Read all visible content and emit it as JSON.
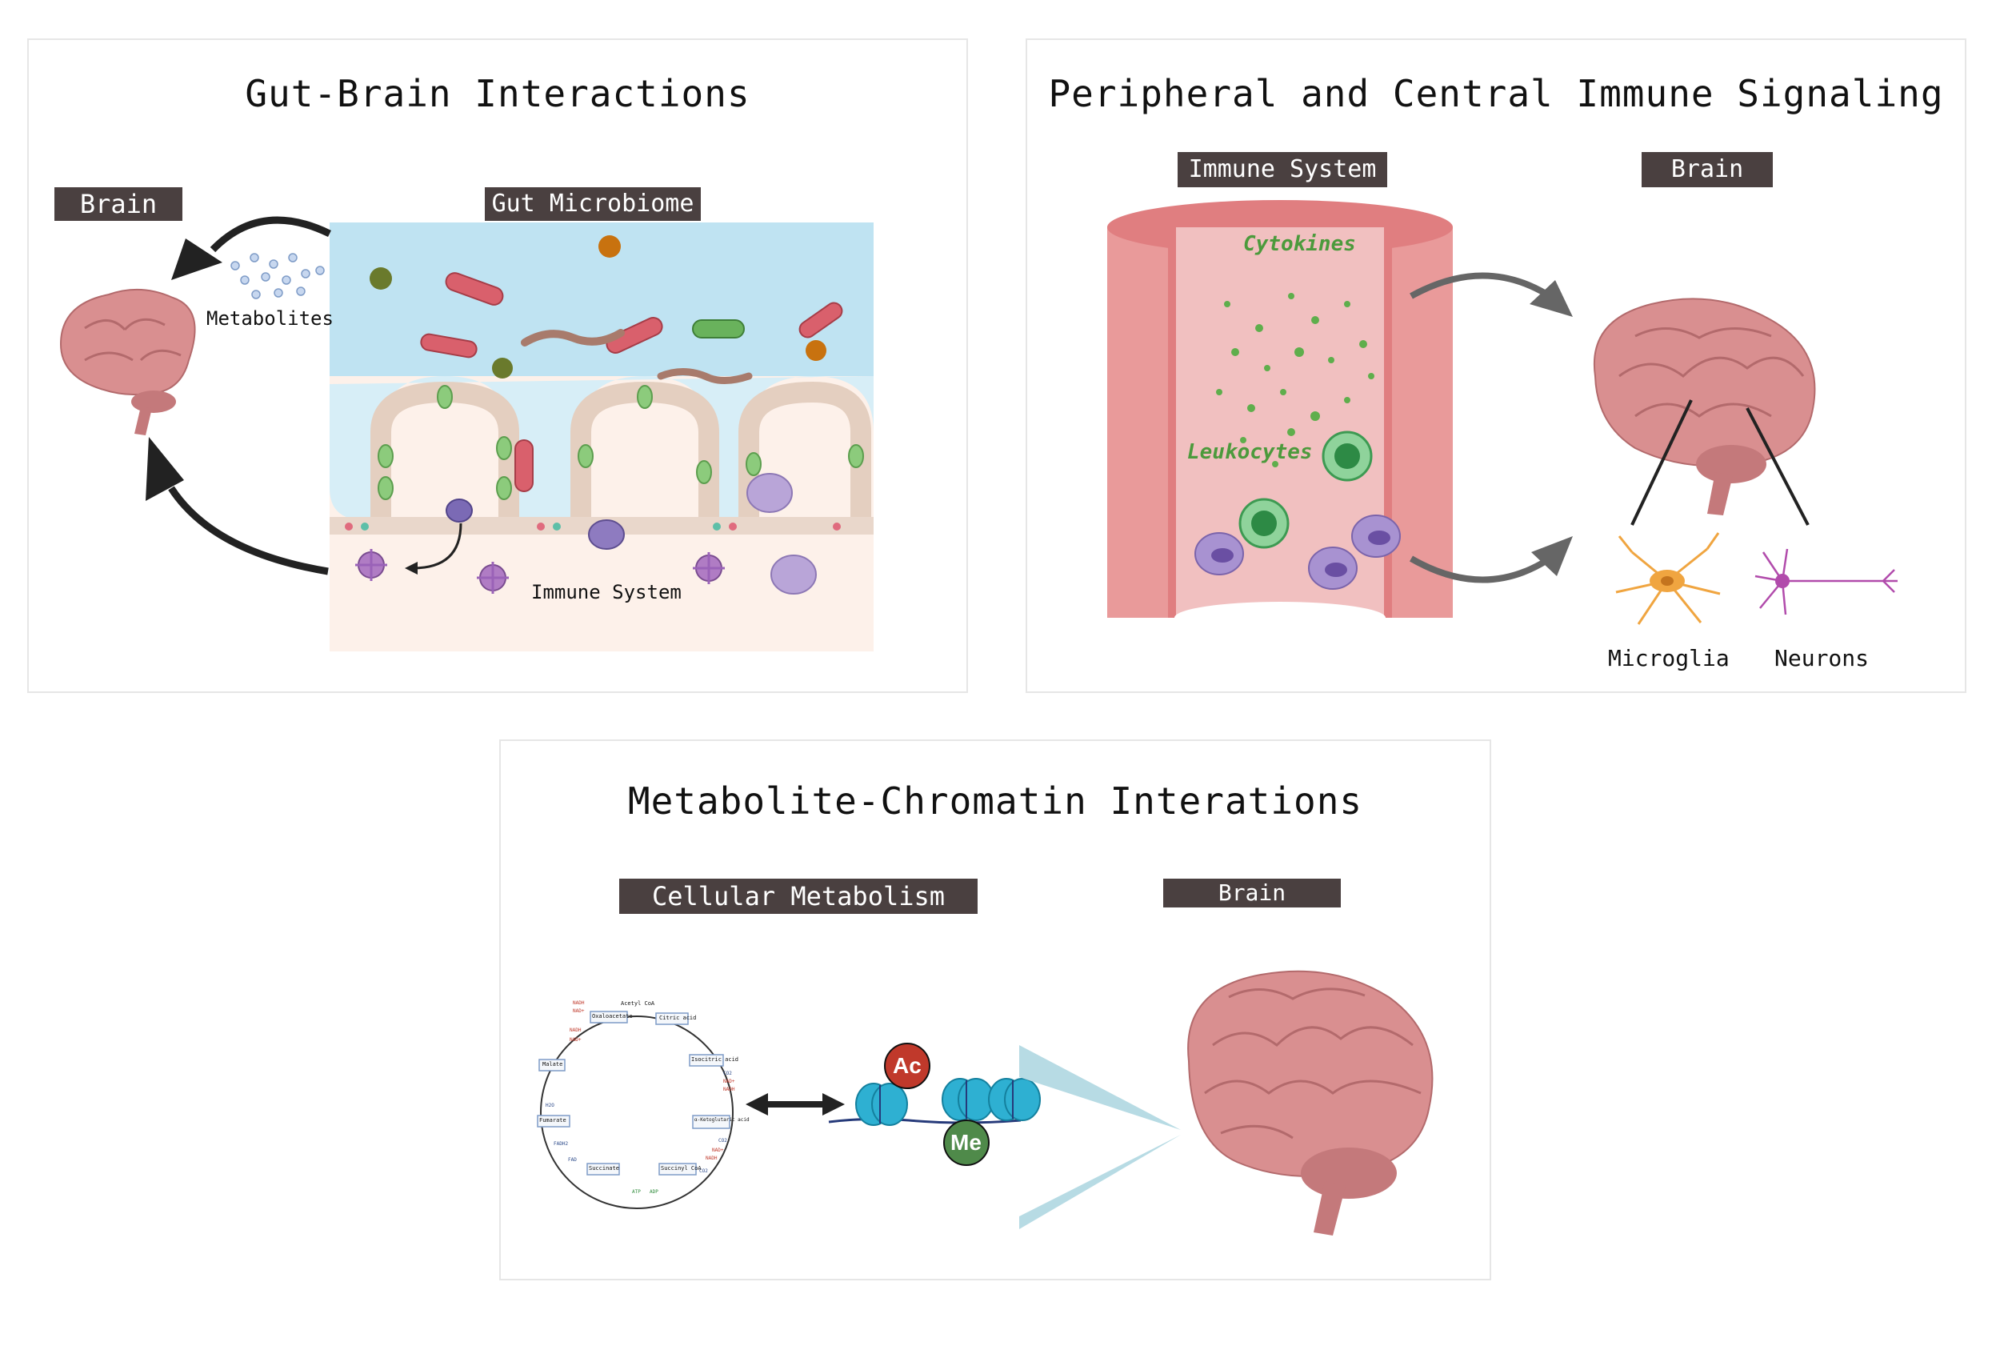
{
  "panels": {
    "gut_brain": {
      "title": "Gut-Brain Interactions",
      "brain_tag": "Brain",
      "microbiome_tag": "Gut Microbiome",
      "metabolites_label": "Metabolites",
      "immune_label": "Immune System"
    },
    "immune_signaling": {
      "title": "Peripheral and Central Immune Signaling",
      "immune_tag": "Immune System",
      "brain_tag": "Brain",
      "cytokines_label": "Cytokines",
      "leukocytes_label": "Leukocytes",
      "microglia_label": "Microglia",
      "neurons_label": "Neurons"
    },
    "metabolite_chromatin": {
      "title": "Metabolite-Chromatin Interations",
      "metabolism_tag": "Cellular Metabolism",
      "brain_tag": "Brain",
      "ac_label": "Ac",
      "me_label": "Me",
      "tca": {
        "input": "Acetyl CoA",
        "steps": [
          "Oxaloacetate",
          "Citric acid",
          "Isocitric acid",
          "α-Ketoglutaric acid",
          "Succinyl CoA",
          "Succinate",
          "Fumarate",
          "Malate"
        ],
        "cofactors": [
          "NADH",
          "NAD+",
          "CO2",
          "NAD+",
          "NADH",
          "CO2",
          "NAD+",
          "NADH",
          "CO2",
          "ATP",
          "ADP",
          "FAD",
          "FADH2",
          "H2O",
          "NADH",
          "NAD+"
        ]
      }
    }
  },
  "colors": {
    "tag_bg": "#4a4040",
    "lumen": "#bfe3f2",
    "tissue": "#fdf1ea",
    "vessel": "#e99a9a",
    "vessel_inner": "#f1c0c0",
    "brain": "#d98f90",
    "cytokine_green": "#4c9a3c",
    "ac_red": "#c0392b",
    "me_green": "#4f8a4a",
    "nucleosome": "#2eb0d2",
    "microglia": "#f0a540",
    "neuron": "#b14bab"
  }
}
